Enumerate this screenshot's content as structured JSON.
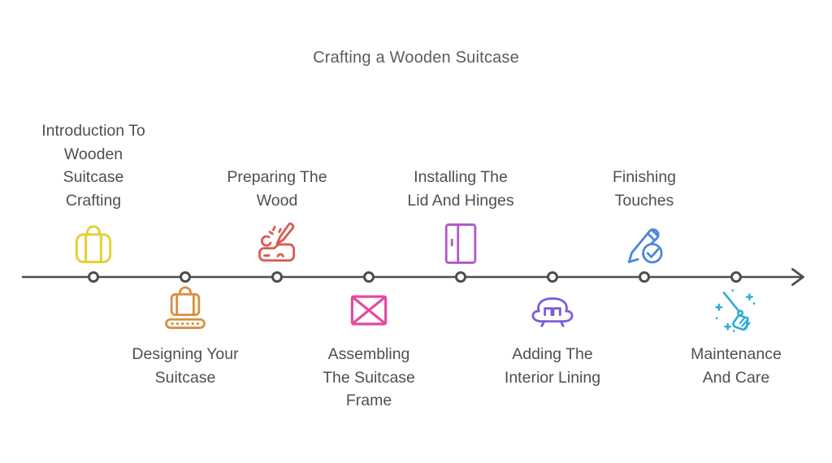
{
  "title": "Crafting a Wooden Suitcase",
  "title_color": "#5c5c5c",
  "text_color": "#4f4f4f",
  "background": "#ffffff",
  "timeline": {
    "color": "#4d4d4d",
    "node_count": 8,
    "direction": "left-to-right",
    "end": "arrow"
  },
  "steps": [
    {
      "label": "Introduction To\nWooden\nSuitcase\nCrafting",
      "icon": "suitcase-icon",
      "color": "#e4d039",
      "position": "above"
    },
    {
      "label": "Designing Your\nSuitcase",
      "icon": "conveyor-suitcase-icon",
      "color": "#d98f3e",
      "position": "below"
    },
    {
      "label": "Preparing The\nWood",
      "icon": "wood-carving-icon",
      "color": "#dc5a52",
      "position": "above"
    },
    {
      "label": "Assembling\nThe Suitcase\nFrame",
      "icon": "frame-cross-icon",
      "color": "#e34a9f",
      "position": "below"
    },
    {
      "label": "Installing The\nLid And Hinges",
      "icon": "lid-hinges-icon",
      "color": "#b057c8",
      "position": "above"
    },
    {
      "label": "Adding The\nInterior Lining",
      "icon": "sofa-lining-icon",
      "color": "#7b5cd6",
      "position": "below"
    },
    {
      "label": "Finishing\nTouches",
      "icon": "pen-check-icon",
      "color": "#4b87d9",
      "position": "above"
    },
    {
      "label": "Maintenance\nAnd Care",
      "icon": "broom-icon",
      "color": "#2fabd8",
      "position": "below"
    }
  ]
}
